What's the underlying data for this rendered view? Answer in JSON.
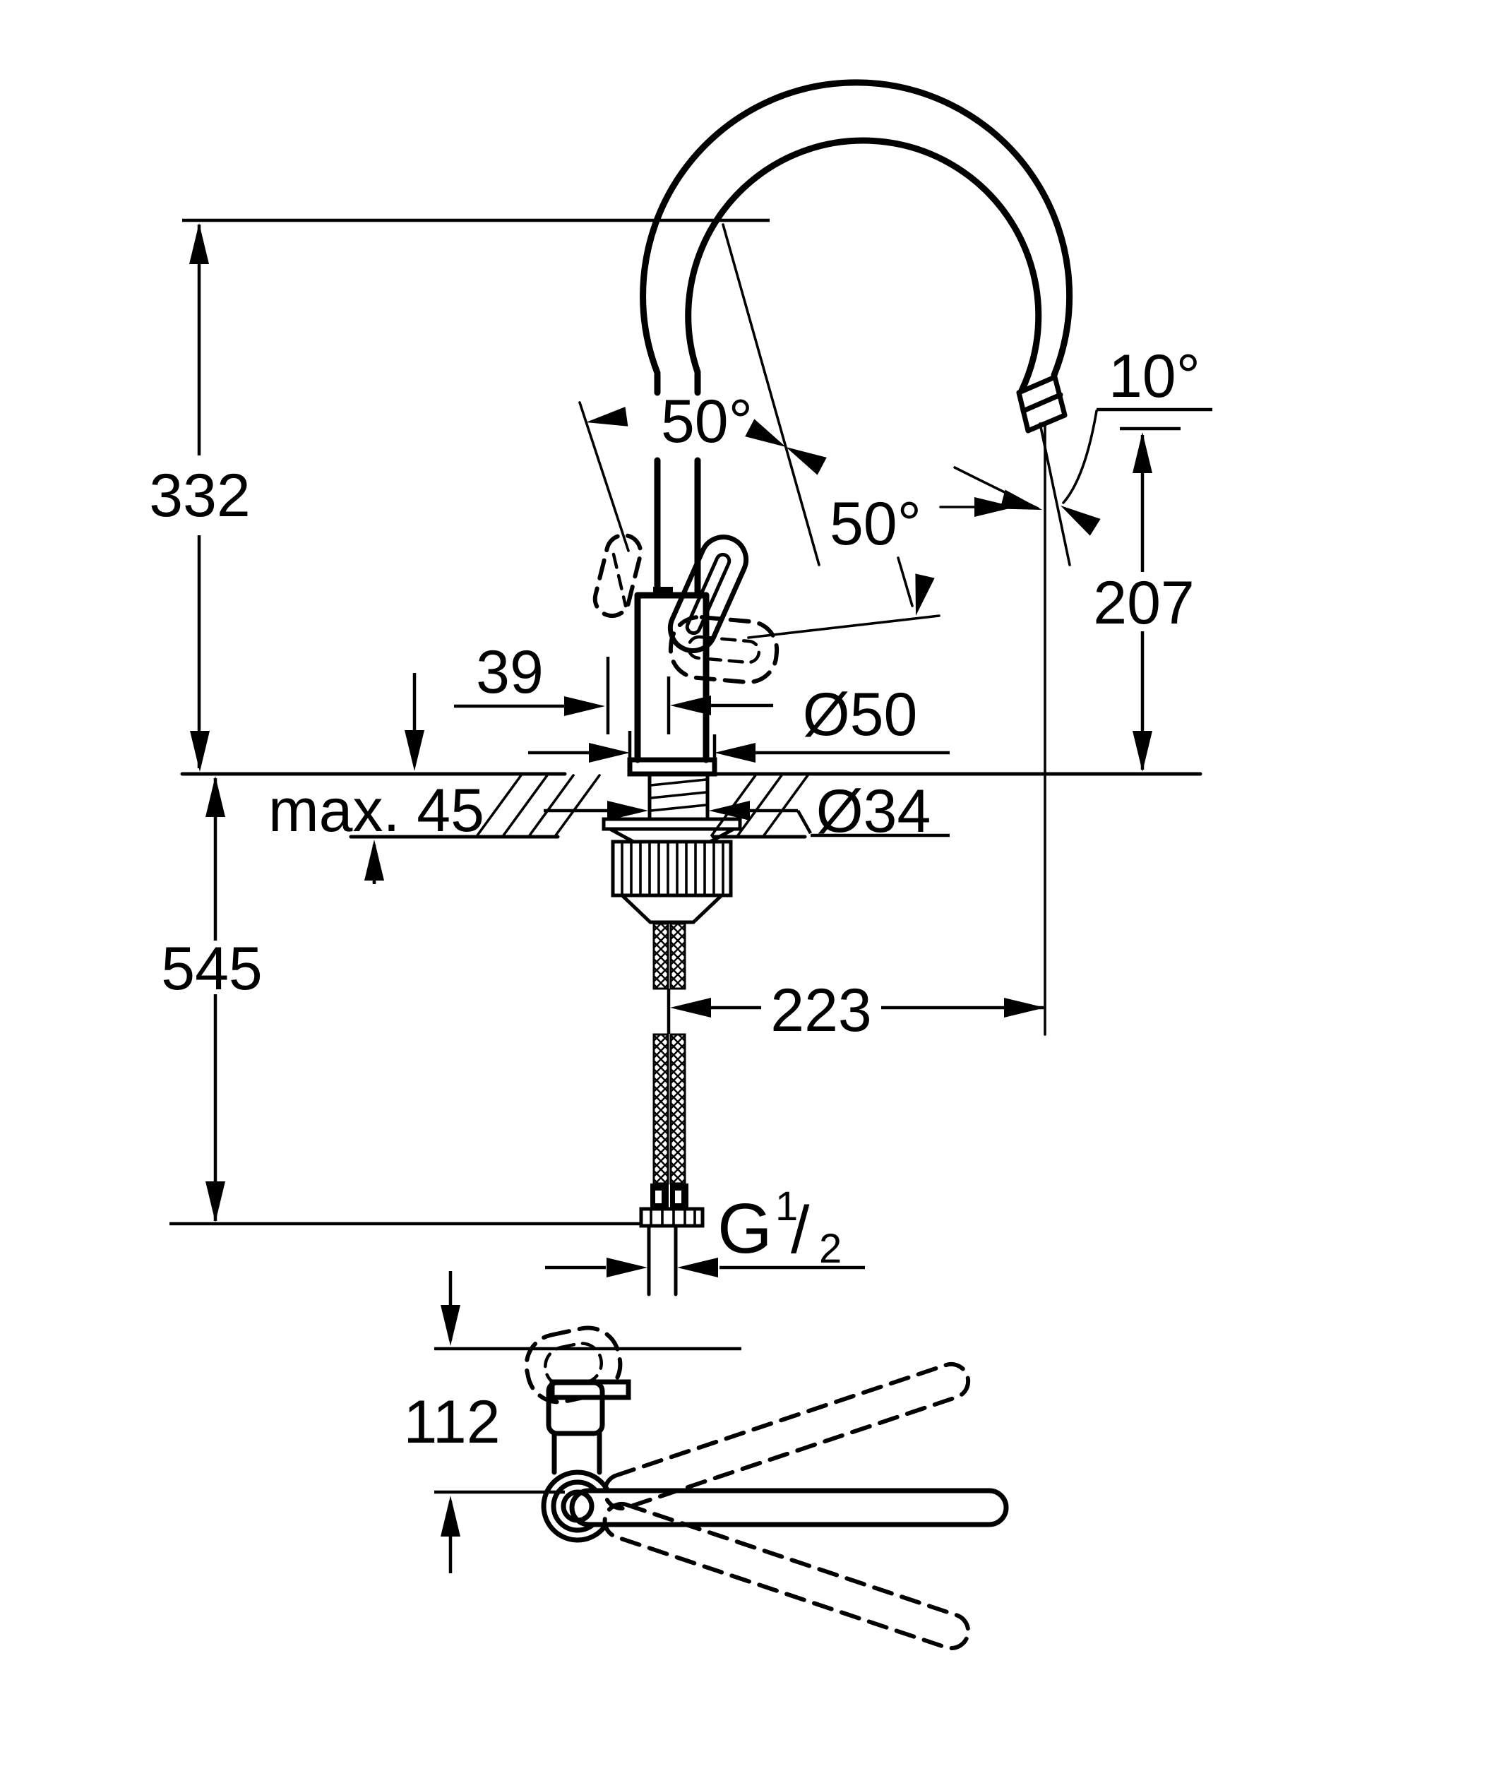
{
  "drawing": {
    "labels": {
      "dim_332": "332",
      "angle_50_handle": "50°",
      "angle_50_spout": "50°",
      "angle_10": "10°",
      "dim_207": "207",
      "dim_39": "39",
      "dim_d50": "Ø50",
      "dim_max45": "max. 45",
      "dim_d34": "Ø34",
      "dim_545": "545",
      "dim_223": "223",
      "dim_112": "112",
      "thread_g": "G",
      "thread_num": "1",
      "thread_slash": "/",
      "thread_den": "2"
    },
    "colors": {
      "line": "#000000",
      "background": "#ffffff"
    }
  }
}
